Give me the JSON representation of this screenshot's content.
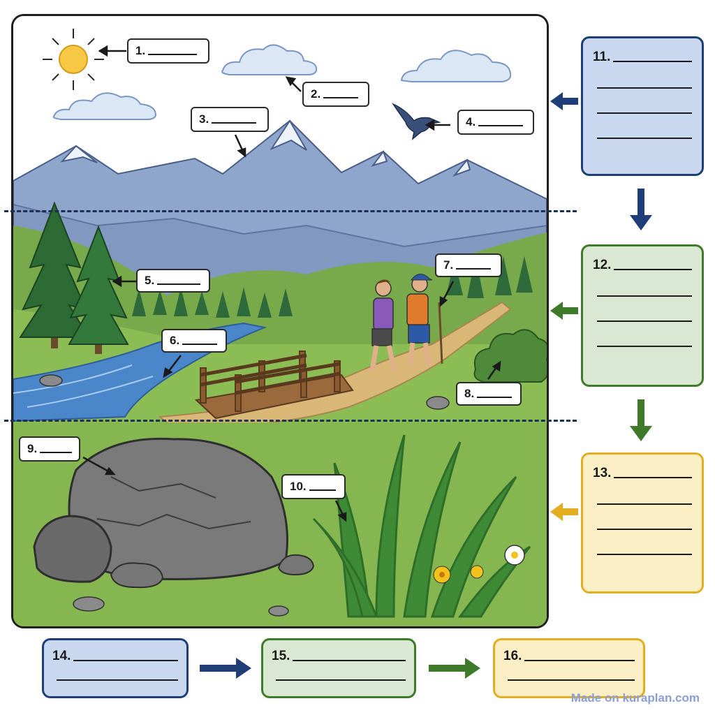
{
  "labels": {
    "l1": "1.",
    "l2": "2.",
    "l3": "3.",
    "l4": "4.",
    "l5": "5.",
    "l6": "6.",
    "l7": "7.",
    "l8": "8.",
    "l9": "9.",
    "l10": "10."
  },
  "boxes": {
    "b11": "11.",
    "b12": "12.",
    "b13": "13.",
    "b14": "14.",
    "b15": "15.",
    "b16": "16."
  },
  "colors": {
    "blue_border": "#1f3e78",
    "blue_fill": "#c9d8ee",
    "green_border": "#3f7a2b",
    "green_fill": "#d9e7d3",
    "yellow_border": "#e3ad22",
    "yellow_fill": "#fcefc6"
  },
  "footer": {
    "credit": "Made on kuraplan.com"
  }
}
